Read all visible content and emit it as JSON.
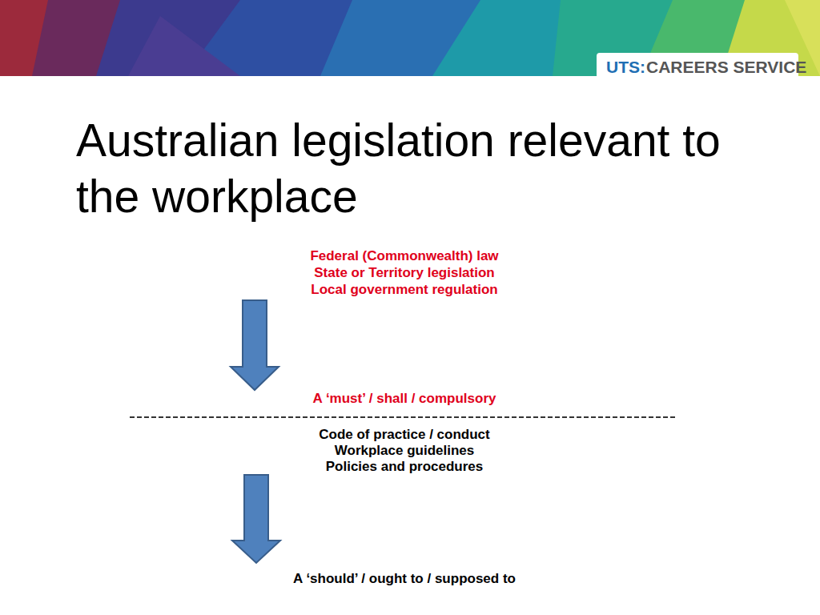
{
  "diagram": {
    "title": "Australian legislation relevant to the workplace",
    "labels": [
      "UTS:",
      "CAREERS SERVICE",
      "Federal (Commonwealth) law",
      "State or Territory legislation",
      "Local government regulation",
      "A ‘must’ / shall / compulsory",
      "Code of practice / conduct",
      "Workplace guidelines",
      "Policies and procedures",
      "A ‘should’ / ought to / supposed to"
    ]
  }
}
